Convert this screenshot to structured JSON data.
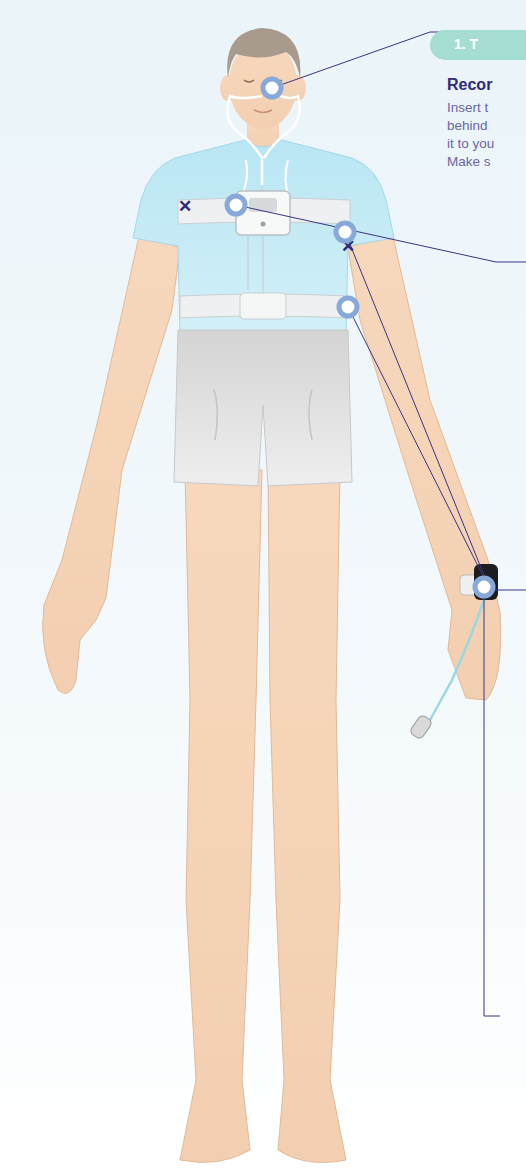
{
  "diagram": {
    "nodes": [
      {
        "text": [
          "1. T"
        ]
      }
    ],
    "labels": [
      "Recor",
      "Insert t",
      "behind",
      "it to you",
      "Make s"
    ]
  }
}
